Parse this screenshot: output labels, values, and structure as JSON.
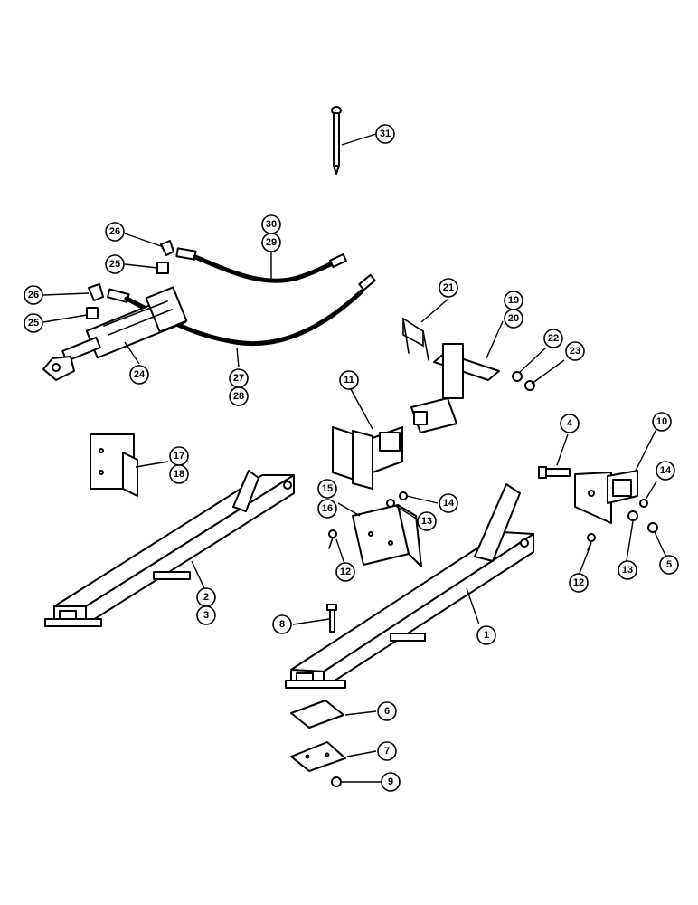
{
  "callouts": [
    {
      "id": "c31",
      "label": "31"
    },
    {
      "id": "c30",
      "label": "30"
    },
    {
      "id": "c29",
      "label": "29"
    },
    {
      "id": "c26a",
      "label": "26"
    },
    {
      "id": "c25a",
      "label": "25"
    },
    {
      "id": "c26b",
      "label": "26"
    },
    {
      "id": "c25b",
      "label": "25"
    },
    {
      "id": "c24",
      "label": "24"
    },
    {
      "id": "c27",
      "label": "27"
    },
    {
      "id": "c28",
      "label": "28"
    },
    {
      "id": "c21",
      "label": "21"
    },
    {
      "id": "c19",
      "label": "19"
    },
    {
      "id": "c20",
      "label": "20"
    },
    {
      "id": "c22",
      "label": "22"
    },
    {
      "id": "c23",
      "label": "23"
    },
    {
      "id": "c11",
      "label": "11"
    },
    {
      "id": "c17",
      "label": "17"
    },
    {
      "id": "c18",
      "label": "18"
    },
    {
      "id": "c4",
      "label": "4"
    },
    {
      "id": "c10",
      "label": "10"
    },
    {
      "id": "c14a",
      "label": "14"
    },
    {
      "id": "c15",
      "label": "15"
    },
    {
      "id": "c16",
      "label": "16"
    },
    {
      "id": "c14b",
      "label": "14"
    },
    {
      "id": "c13a",
      "label": "13"
    },
    {
      "id": "c12a",
      "label": "12"
    },
    {
      "id": "c2",
      "label": "2"
    },
    {
      "id": "c3",
      "label": "3"
    },
    {
      "id": "c12b",
      "label": "12"
    },
    {
      "id": "c13b",
      "label": "13"
    },
    {
      "id": "c5",
      "label": "5"
    },
    {
      "id": "c8",
      "label": "8"
    },
    {
      "id": "c1",
      "label": "1"
    },
    {
      "id": "c6",
      "label": "6"
    },
    {
      "id": "c7",
      "label": "7"
    },
    {
      "id": "c9",
      "label": "9"
    }
  ]
}
